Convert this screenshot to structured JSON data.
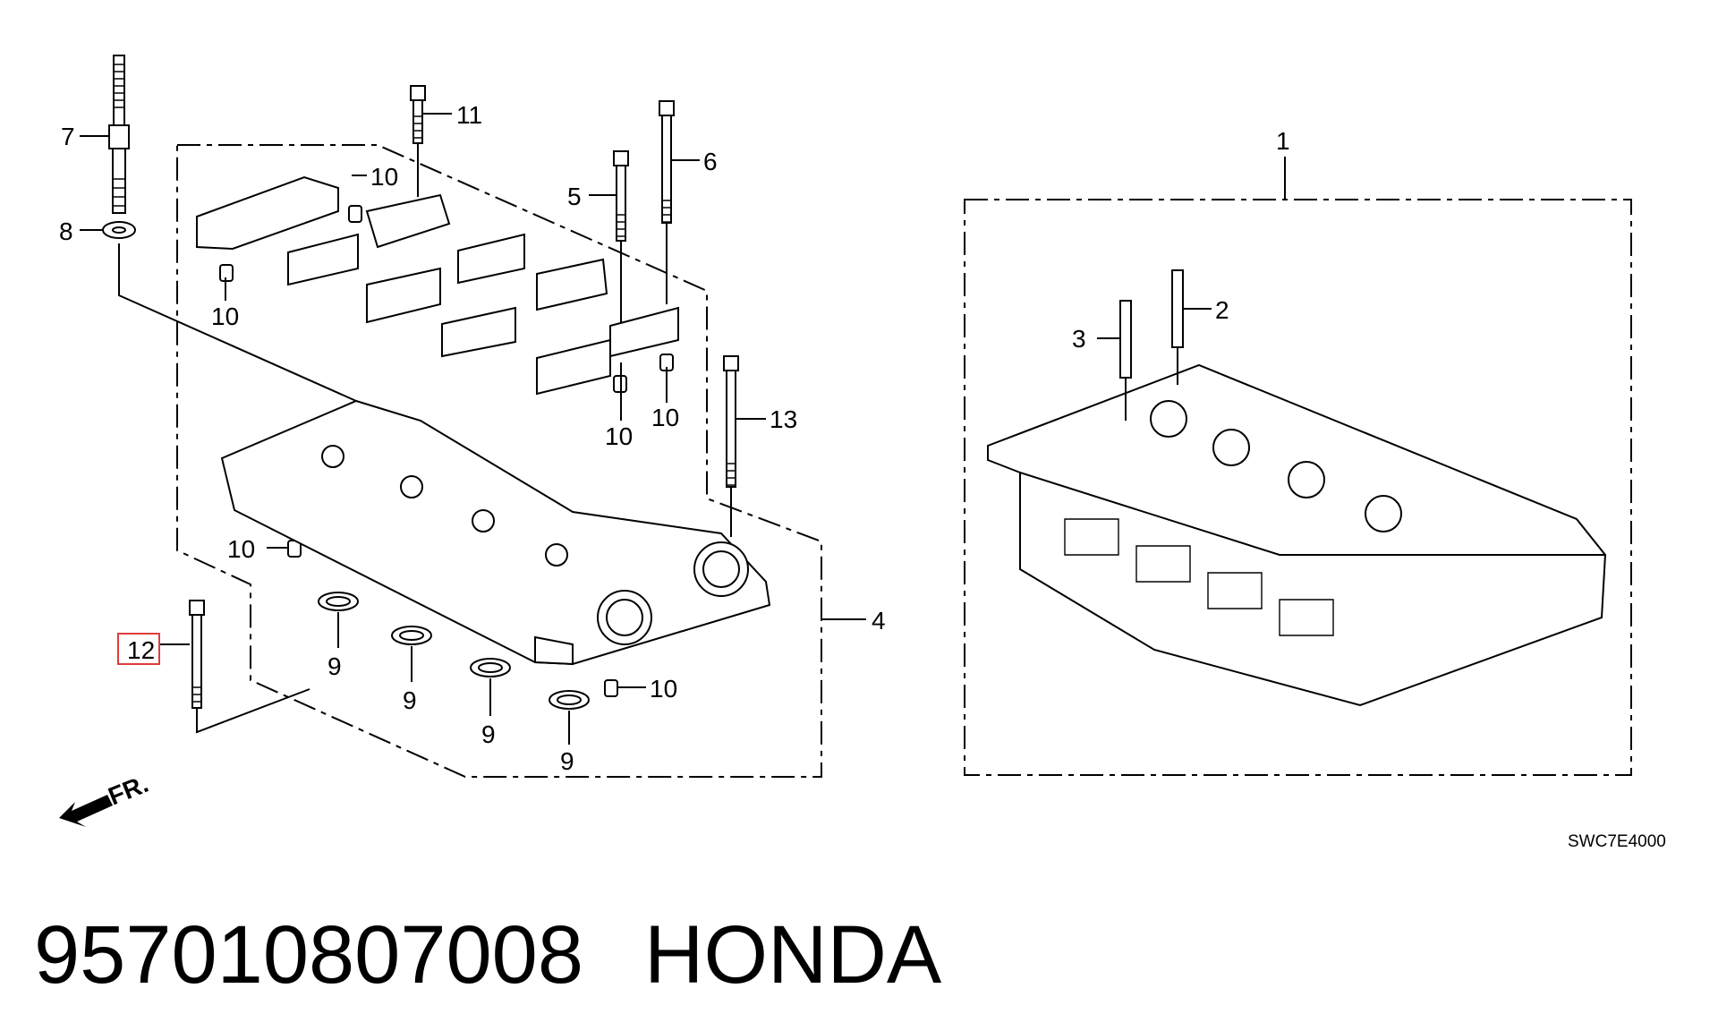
{
  "diagram": {
    "code": "SWC7E4000",
    "front_label": "FR.",
    "callouts": {
      "c1": "1",
      "c2": "2",
      "c3": "3",
      "c4": "4",
      "c5": "5",
      "c6": "6",
      "c7": "7",
      "c8": "8",
      "c9a": "9",
      "c9b": "9",
      "c9c": "9",
      "c9d": "9",
      "c10a": "10",
      "c10b": "10",
      "c10c": "10",
      "c10d": "10",
      "c10e": "10",
      "c10f": "10",
      "c11": "11",
      "c12": "12",
      "c13": "13"
    },
    "highlighted_callout": "12",
    "colors": {
      "line": "#000000",
      "highlight": "#e03c3c"
    }
  },
  "footer": {
    "part_number": "957010807008",
    "brand": "HONDA"
  }
}
